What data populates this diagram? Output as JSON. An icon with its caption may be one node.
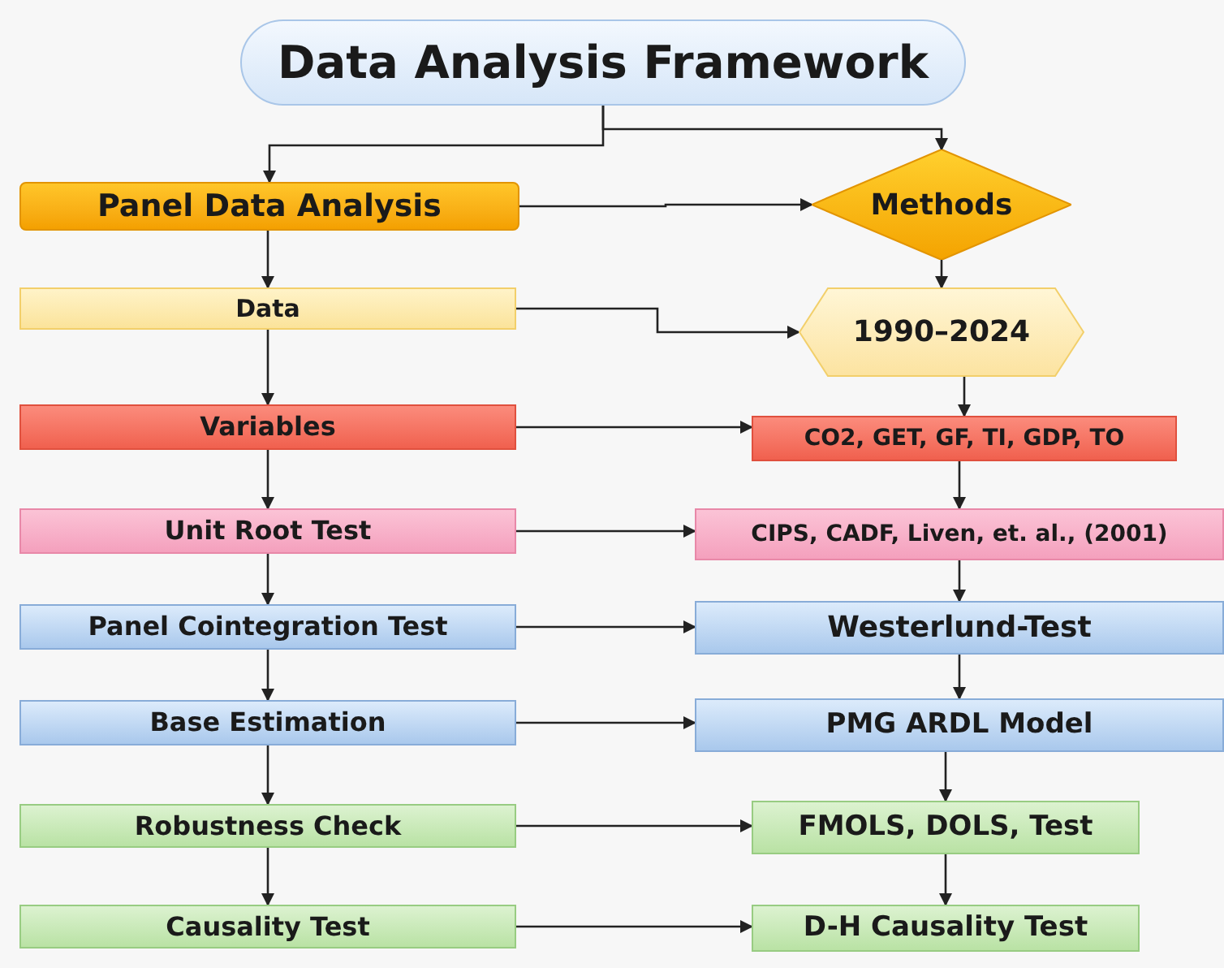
{
  "diagram": {
    "nodes": [
      {
        "text": [
          "Data Analysis Framework"
        ]
      },
      {
        "text": [
          "Panel Data Analysis"
        ]
      },
      {
        "text": [
          "Methods"
        ]
      },
      {
        "text": [
          "Data"
        ]
      },
      {
        "text": [
          "1990–2024"
        ]
      },
      {
        "text": [
          "Variables"
        ]
      },
      {
        "text": [
          "CO2, GET, GF, TI, GDP, TO"
        ]
      },
      {
        "text": [
          "Unit Root Test"
        ]
      },
      {
        "text": [
          "CIPS, CADF, Liven, et. al., (2001)"
        ]
      },
      {
        "text": [
          "Panel Cointegration Test"
        ]
      },
      {
        "text": [
          "Westerlund-Test"
        ]
      },
      {
        "text": [
          "Base Estimation"
        ]
      },
      {
        "text": [
          "PMG ARDL Model"
        ]
      },
      {
        "text": [
          "Robustness Check"
        ]
      },
      {
        "text": [
          "FMOLS, DOLS, Test"
        ]
      },
      {
        "text": [
          "Causality Test"
        ]
      },
      {
        "text": [
          "D-H Causality Test"
        ]
      }
    ],
    "edges": [
      {
        "from": 0,
        "to": 1,
        "arrow": "to"
      },
      {
        "from": 0,
        "to": 2,
        "arrow": "to"
      },
      {
        "from": 1,
        "to": 2,
        "arrow": "to"
      },
      {
        "from": 1,
        "to": 3,
        "arrow": "to"
      },
      {
        "from": 2,
        "to": 4,
        "arrow": "to"
      },
      {
        "from": 3,
        "to": 4,
        "arrow": "to"
      },
      {
        "from": 3,
        "to": 5,
        "arrow": "to"
      },
      {
        "from": 4,
        "to": 6,
        "arrow": "to"
      },
      {
        "from": 5,
        "to": 6,
        "arrow": "to"
      },
      {
        "from": 5,
        "to": 7,
        "arrow": "to"
      },
      {
        "from": 6,
        "to": 8,
        "arrow": "to"
      },
      {
        "from": 7,
        "to": 8,
        "arrow": "to"
      },
      {
        "from": 7,
        "to": 9,
        "arrow": "to"
      },
      {
        "from": 8,
        "to": 10,
        "arrow": "to"
      },
      {
        "from": 9,
        "to": 10,
        "arrow": "to"
      },
      {
        "from": 9,
        "to": 11,
        "arrow": "to"
      },
      {
        "from": 10,
        "to": 12,
        "arrow": "to"
      },
      {
        "from": 11,
        "to": 12,
        "arrow": "to"
      },
      {
        "from": 11,
        "to": 13,
        "arrow": "to"
      },
      {
        "from": 12,
        "to": 14,
        "arrow": "to"
      },
      {
        "from": 13,
        "to": 14,
        "arrow": "to"
      },
      {
        "from": 13,
        "to": 15,
        "arrow": "to"
      },
      {
        "from": 14,
        "to": 16,
        "arrow": "to"
      },
      {
        "from": 15,
        "to": 16,
        "arrow": "to"
      }
    ]
  }
}
